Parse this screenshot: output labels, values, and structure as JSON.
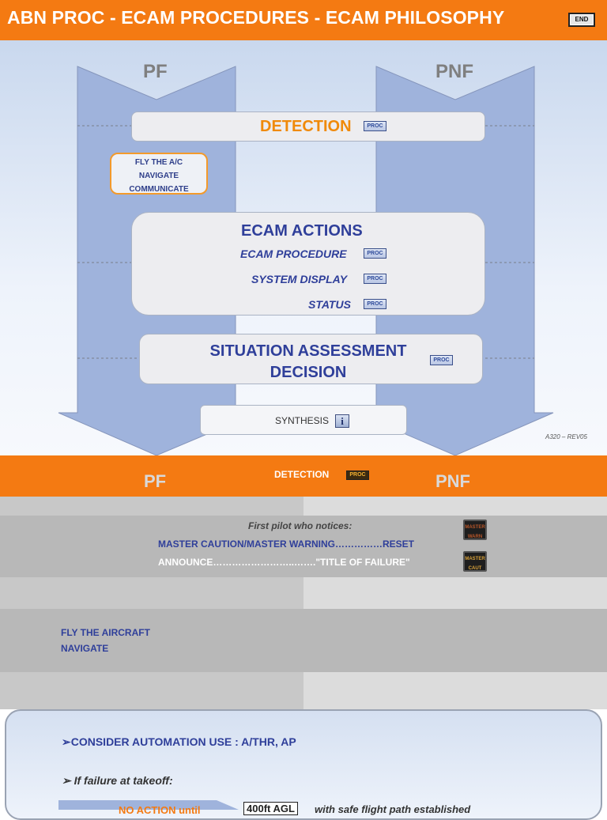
{
  "header": {
    "title": "ABN PROC - ECAM PROCEDURES - ECAM PHILOSOPHY",
    "end_label": "END"
  },
  "slide1": {
    "pf_label": "PF",
    "pnf_label": "PNF",
    "detection": "DETECTION",
    "proc_label": "PROC",
    "fly_box": [
      "FLY THE A/C",
      "NAVIGATE",
      "COMMUNICATE"
    ],
    "ecam_actions": {
      "title": "ECAM ACTIONS",
      "items": [
        "ECAM PROCEDURE",
        "SYSTEM DISPLAY",
        "STATUS"
      ]
    },
    "situation": [
      "SITUATION ASSESSMENT",
      "DECISION"
    ],
    "synthesis": "SYNTHESIS",
    "info_icon_glyph": "i",
    "revision": "A320 –  REV05"
  },
  "slide2": {
    "pf_label": "PF",
    "pnf_label": "PNF",
    "detection": "DETECTION",
    "proc_label": "PROC",
    "first_pilot": "First pilot who notices:",
    "master_line": "MASTER CAUTION/MASTER WARNING……………RESET",
    "announce_line": "ANNOUNCE……………………..…….\"TITLE OF FAILURE\"",
    "master_warn": [
      "MASTER",
      "WARN"
    ],
    "master_caut": [
      "MASTER",
      "CAUT"
    ],
    "fly_aircraft": "FLY THE AIRCRAFT",
    "navigate": "NAVIGATE"
  },
  "panel": {
    "automation": "➢CONSIDER AUTOMATION USE : A/THR, AP",
    "takeoff": "➢ If failure at takeoff:",
    "no_action": "NO ACTION until",
    "agl": "400ft AGL",
    "flight_path": "with safe flight path established"
  },
  "colors": {
    "orange": "#f47a12",
    "blue_text": "#2f3f9a",
    "arrow_fill": "#9fb3dc"
  }
}
